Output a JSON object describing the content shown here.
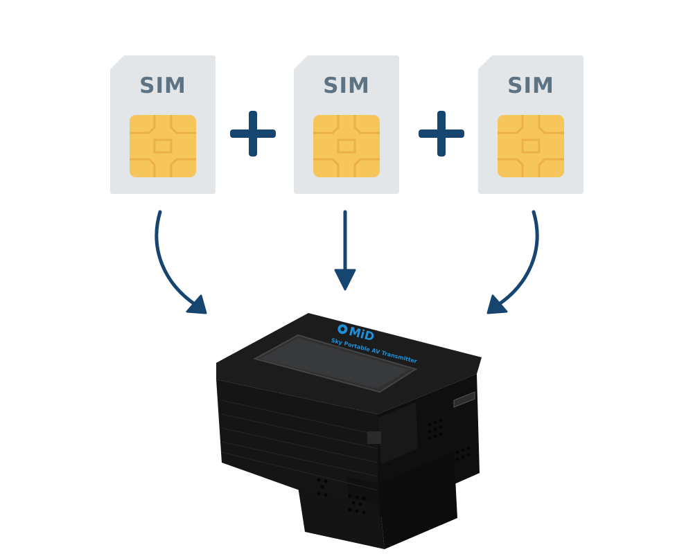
{
  "sim_cards": [
    {
      "label": "SIM"
    },
    {
      "label": "SIM"
    },
    {
      "label": "SIM"
    }
  ],
  "connectors": [
    "+",
    "+"
  ],
  "device": {
    "brand": "MiD",
    "caption": "Sky Portable AV Transmitter"
  },
  "colors": {
    "card": "#e2e6e9",
    "card_text": "#5d7384",
    "chip": "#f6c65c",
    "chip_line": "#e8ac3c",
    "accent": "#16456f",
    "device_body": "#161616",
    "brand": "#1f8fd8"
  },
  "icons": [
    "sim-card-icon",
    "plus-icon",
    "arrow-icon",
    "transmitter-device-icon"
  ]
}
